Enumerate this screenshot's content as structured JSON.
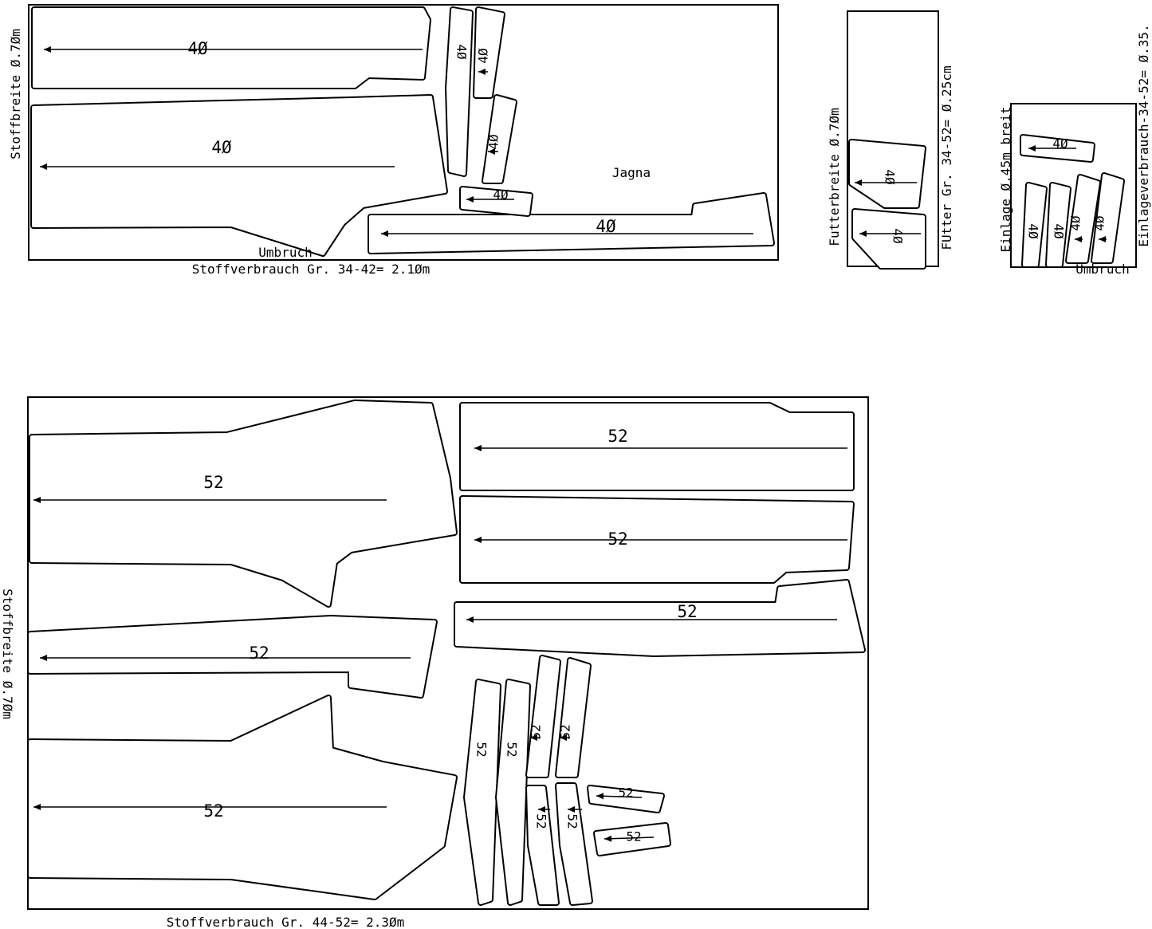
{
  "top_layout": {
    "fabric_width_label": "Stoffbreite Ø.7Øm",
    "consumption_label": "Stoffverbrauch Gr. 34-42= 2.1Øm",
    "fold_label": "Umbruch",
    "model_name": "Jagna",
    "piece_size": "4Ø"
  },
  "lining_layout": {
    "width_label": "Futterbreite Ø.7Øm",
    "consumption_label": "FUtter Gr. 34-52= Ø.25cm",
    "piece_size": "4Ø"
  },
  "interfacing_layout": {
    "width_label": "Einlage Ø.45m breit",
    "consumption_label": "Einlageverbrauch-34-52=  Ø.35.",
    "fold_label": "Umbruch",
    "piece_size": "4Ø"
  },
  "bottom_layout": {
    "fabric_width_label": "Stoffbreite Ø.7Øm",
    "consumption_label": "Stoffverbrauch Gr. 44-52= 2.3Øm",
    "piece_size": "52"
  }
}
